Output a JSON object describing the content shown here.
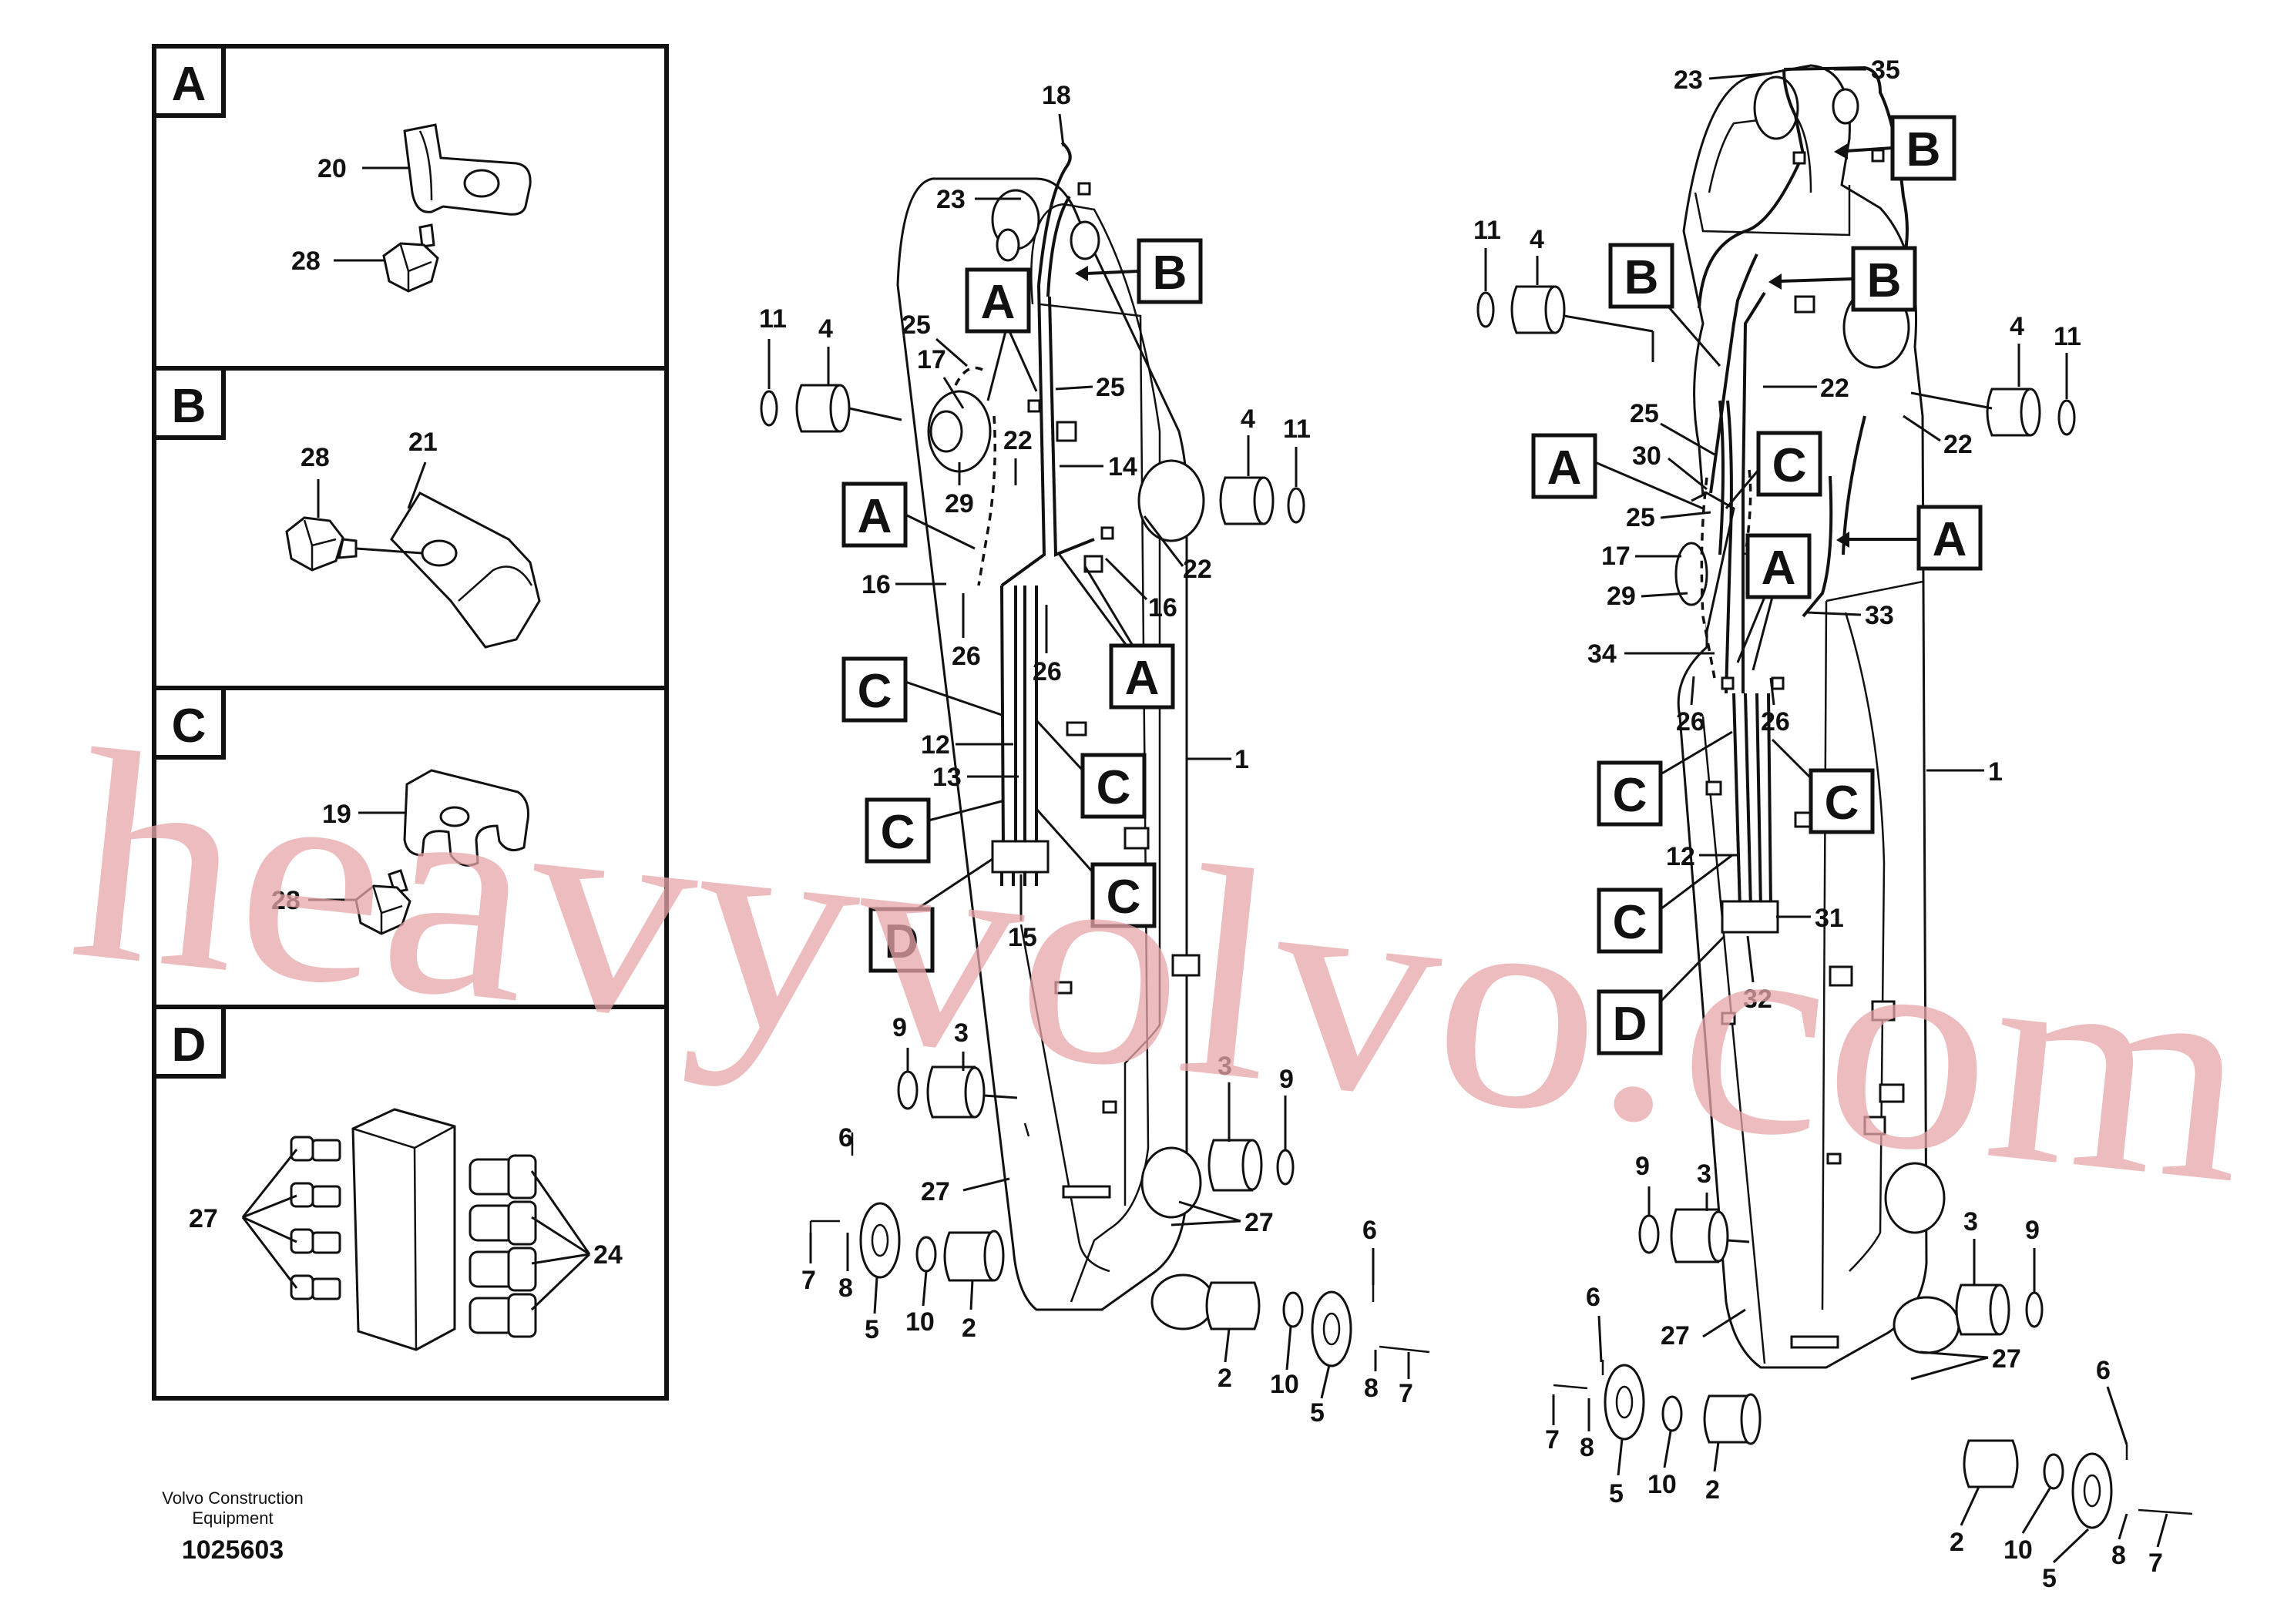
{
  "detail_panels": [
    {
      "letter": "A",
      "parts": [
        "20",
        "28"
      ]
    },
    {
      "letter": "B",
      "parts": [
        "28",
        "21"
      ]
    },
    {
      "letter": "C",
      "parts": [
        "19",
        "28"
      ]
    },
    {
      "letter": "D",
      "parts": [
        "27",
        "24"
      ]
    }
  ],
  "callouts": {
    "A": "A",
    "B": "B",
    "C": "C",
    "D": "D"
  },
  "parts": {
    "p1": "1",
    "p2": "2",
    "p3": "3",
    "p4": "4",
    "p5": "5",
    "p6": "6",
    "p7": "7",
    "p8": "8",
    "p9": "9",
    "p10": "10",
    "p11": "11",
    "p12": "12",
    "p13": "13",
    "p14": "14",
    "p15": "15",
    "p16": "16",
    "p17": "17",
    "p18": "18",
    "p19": "19",
    "p20": "20",
    "p21": "21",
    "p22": "22",
    "p23": "23",
    "p24": "24",
    "p25": "25",
    "p26": "26",
    "p27": "27",
    "p28": "28",
    "p29": "29",
    "p30": "30",
    "p31": "31",
    "p32": "32",
    "p33": "33",
    "p34": "34",
    "p35": "35"
  },
  "watermark": "heavyvolvo.com",
  "footer": {
    "company_line1": "Volvo Construction",
    "company_line2": "Equipment",
    "drawing_number": "1025603"
  }
}
